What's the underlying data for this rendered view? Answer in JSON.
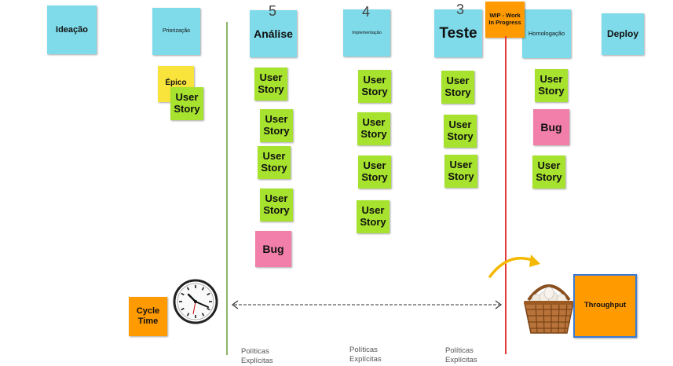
{
  "columns": {
    "ideacao": "Ideação",
    "priorizacao": "Priorização",
    "analise": "Análise",
    "implementacao": "Implementação",
    "teste": "Teste",
    "homologacao": "Homologação",
    "deploy": "Deploy"
  },
  "wip_limits": {
    "analise": "5",
    "implementacao": "4",
    "teste": "3"
  },
  "wip_note": "WIP - Work In Progress",
  "cards": {
    "epico": "Épico",
    "user_story": "User Story",
    "bug": "Bug"
  },
  "cycle_time": "Cycle Time",
  "throughput": "Throughput",
  "politicas": "Políticas Explícitas",
  "colors": {
    "column_header": "#7fdbea",
    "user_story": "#a6e22e",
    "bug": "#f27fa9",
    "epico": "#f9e43c",
    "orange": "#ff9a00",
    "green_line": "#8bb56b",
    "red_line": "#e23a3a"
  }
}
